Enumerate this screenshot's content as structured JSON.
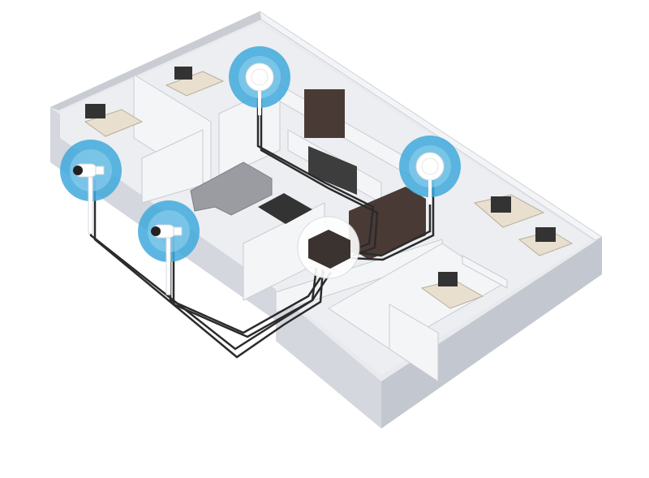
{
  "diagram": {
    "colors": {
      "background": "#ffffff",
      "floor": "#e9eaee",
      "wall_top": "#f7f7f9",
      "wall_side": "#cfd2d9",
      "wall_shadow": "#b9bdc6",
      "device_halo": "#3fa9dc",
      "device_halo_light": "#8fd0ee",
      "device_body": "#ffffff",
      "cable": "#2b2b2b",
      "switch": "#3a3330",
      "furniture_dark": "#4a3a35",
      "furniture_light": "#e9dfcf",
      "sofa": "#9a9ca1"
    },
    "devices": [
      {
        "type": "access-point",
        "icon": "ceiling-access-point-icon"
      },
      {
        "type": "access-point",
        "icon": "ceiling-access-point-icon"
      },
      {
        "type": "camera",
        "icon": "bullet-camera-icon"
      },
      {
        "type": "camera",
        "icon": "bullet-camera-icon"
      },
      {
        "type": "switch",
        "icon": "network-switch-icon"
      }
    ]
  }
}
